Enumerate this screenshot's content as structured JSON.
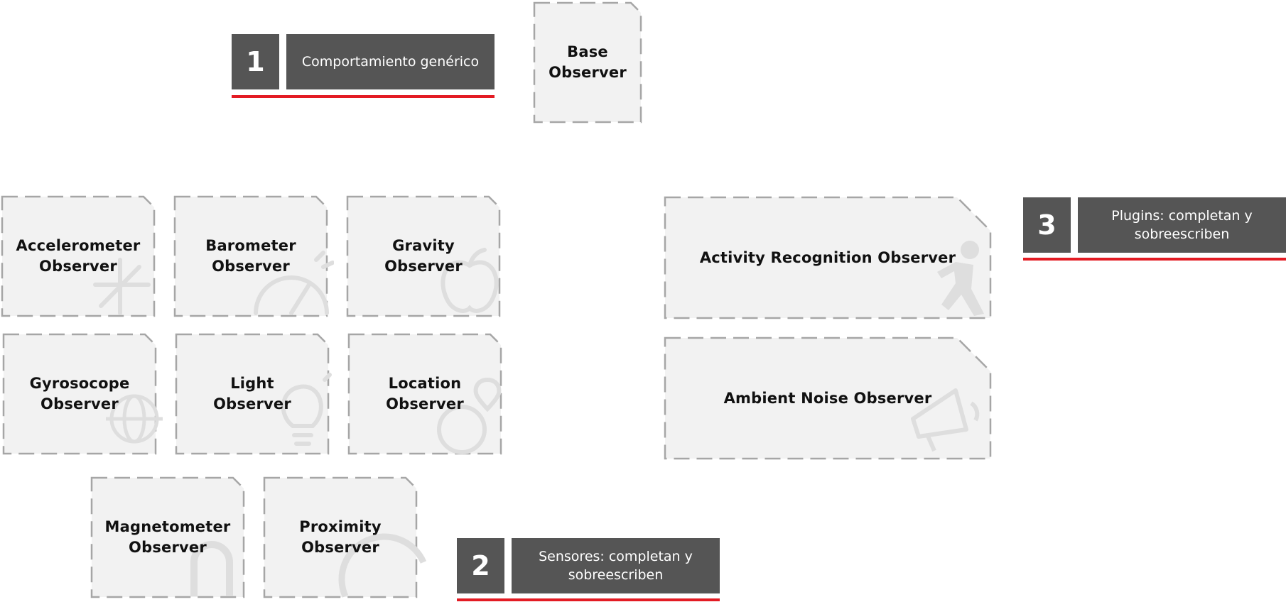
{
  "cards": {
    "base": "Base\nObserver",
    "accelerometer": "Accelerometer\nObserver",
    "barometer": "Barometer\nObserver",
    "gravity": "Gravity\nObserver",
    "gyroscope": "Gyrosocope\nObserver",
    "light": "Light\nObserver",
    "location": "Location\nObserver",
    "magnetometer": "Magnetometer\nObserver",
    "proximity": "Proximity\nObserver",
    "activity": "Activity Recognition Observer",
    "noise": "Ambient Noise Observer"
  },
  "callouts": {
    "one": {
      "number": "1",
      "text": "Comportamiento genérico"
    },
    "two": {
      "number": "2",
      "text": "Sensores: completan y sobreescriben"
    },
    "three": {
      "number": "3",
      "text": "Plugins: completan y sobreescriben"
    }
  },
  "colors": {
    "card_fill": "#f2f2f2",
    "card_border": "#a6a6a6",
    "callout_fill": "#555555",
    "accent": "#e31b23",
    "watermark": "#dedede"
  },
  "icons": {
    "accelerometer": "axes-icon",
    "barometer": "gauge-icon",
    "gravity": "apple-icon",
    "gyroscope": "gyroscope-icon",
    "light": "lightbulb-icon",
    "location": "globe-pin-icon",
    "magnetometer": "magnet-icon",
    "proximity": "circle-icon",
    "activity": "running-person-icon",
    "noise": "megaphone-icon"
  }
}
